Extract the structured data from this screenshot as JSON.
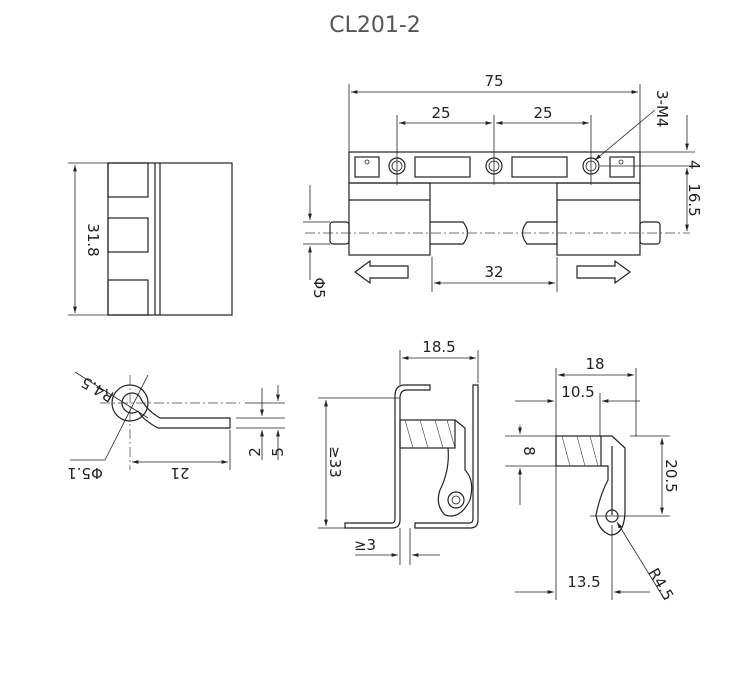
{
  "title": "CL201-2",
  "top_view": {
    "width_total": "75",
    "hole_spacing_1": "25",
    "hole_spacing_2": "25",
    "thread_note": "3-M4",
    "hole_offset": "4",
    "pin_height": "16.5",
    "pin_gap": "32",
    "pin_diameter": "Φ5"
  },
  "side_view": {
    "height": "31.8"
  },
  "end_view": {
    "outer_radius": "R4.5",
    "inner_diameter": "Φ5.1",
    "length": "21",
    "thickness": "2",
    "offset": "5"
  },
  "installed_view": {
    "width": "18.5",
    "min_height": "≥33",
    "min_gap": "≥3"
  },
  "section_view": {
    "width": "18",
    "inner_width": "10.5",
    "block_height": "8",
    "height": "20.5",
    "pivot_offset": "13.5",
    "radius": "R4.5"
  }
}
